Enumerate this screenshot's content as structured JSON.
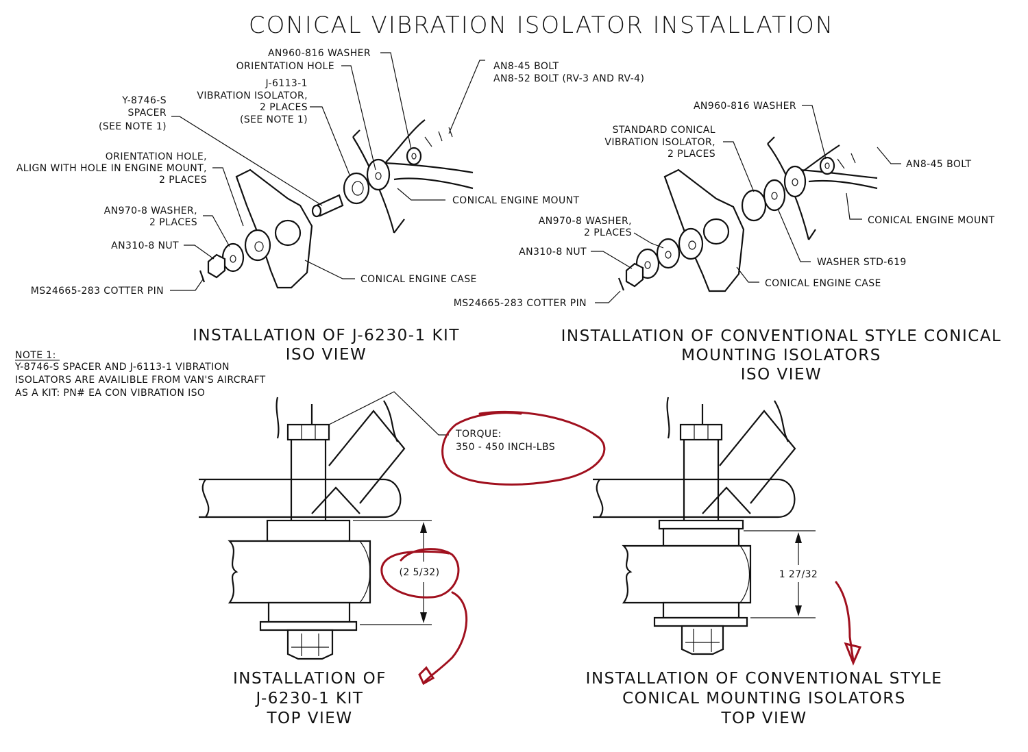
{
  "title": "CONICAL VIBRATION ISOLATOR INSTALLATION",
  "left_iso": {
    "labels": {
      "washer_top": "AN960-816 WASHER",
      "orientation_hole": "ORIENTATION HOLE",
      "bolt_1": "AN8-45 BOLT",
      "bolt_2": "AN8-52 BOLT (RV-3 AND RV-4)",
      "isolator_1": "J-6113-1",
      "isolator_2": "VIBRATION ISOLATOR,",
      "isolator_3": "2 PLACES",
      "isolator_4": "(SEE NOTE 1)",
      "spacer_1": "Y-8746-S",
      "spacer_2": "SPACER",
      "spacer_3": "(SEE NOTE 1)",
      "orient_1": "ORIENTATION HOLE,",
      "orient_2": "ALIGN WITH HOLE IN ENGINE MOUNT,",
      "orient_3": "2 PLACES",
      "washer_1": "AN970-8 WASHER,",
      "washer_2": "2 PLACES",
      "nut": "AN310-8 NUT",
      "pin": "MS24665-283 COTTER PIN",
      "mount": "CONICAL ENGINE MOUNT",
      "case": "CONICAL ENGINE CASE"
    },
    "caption_1": "INSTALLATION OF J-6230-1 KIT",
    "caption_2": "ISO VIEW"
  },
  "right_iso": {
    "labels": {
      "washer_top": "AN960-816 WASHER",
      "std_1": "STANDARD CONICAL",
      "std_2": "VIBRATION ISOLATOR,",
      "std_3": "2 PLACES",
      "bolt": "AN8-45 BOLT",
      "mount": "CONICAL ENGINE MOUNT",
      "washer_1": "AN970-8 WASHER,",
      "washer_2": "2 PLACES",
      "nut": "AN310-8 NUT",
      "washer_std": "WASHER STD-619",
      "case": "CONICAL ENGINE CASE",
      "pin": "MS24665-283 COTTER PIN"
    },
    "caption_1": "INSTALLATION OF CONVENTIONAL STYLE CONICAL",
    "caption_2": "MOUNTING ISOLATORS",
    "caption_3": "ISO VIEW"
  },
  "note": {
    "heading": "NOTE 1:",
    "line_1": "Y-8746-S SPACER AND J-6113-1 VIBRATION",
    "line_2": "ISOLATORS ARE AVAILIBLE FROM VAN'S AIRCRAFT",
    "line_3": "AS A KIT: PN# EA CON VIBRATION ISO"
  },
  "torque": {
    "line_1": "TORQUE:",
    "line_2": "350 - 450 INCH-LBS"
  },
  "left_top": {
    "dimension": "(2 5/32)",
    "caption_1": "INSTALLATION OF",
    "caption_2": "J-6230-1 KIT",
    "caption_3": "TOP VIEW"
  },
  "right_top": {
    "dimension": "1 27/32",
    "caption_1": "INSTALLATION OF CONVENTIONAL STYLE",
    "caption_2": "CONICAL MOUNTING ISOLATORS",
    "caption_3": "TOP VIEW"
  },
  "colors": {
    "ink": "#111111",
    "markup_red": "#a0101e",
    "paper": "#ffffff"
  }
}
